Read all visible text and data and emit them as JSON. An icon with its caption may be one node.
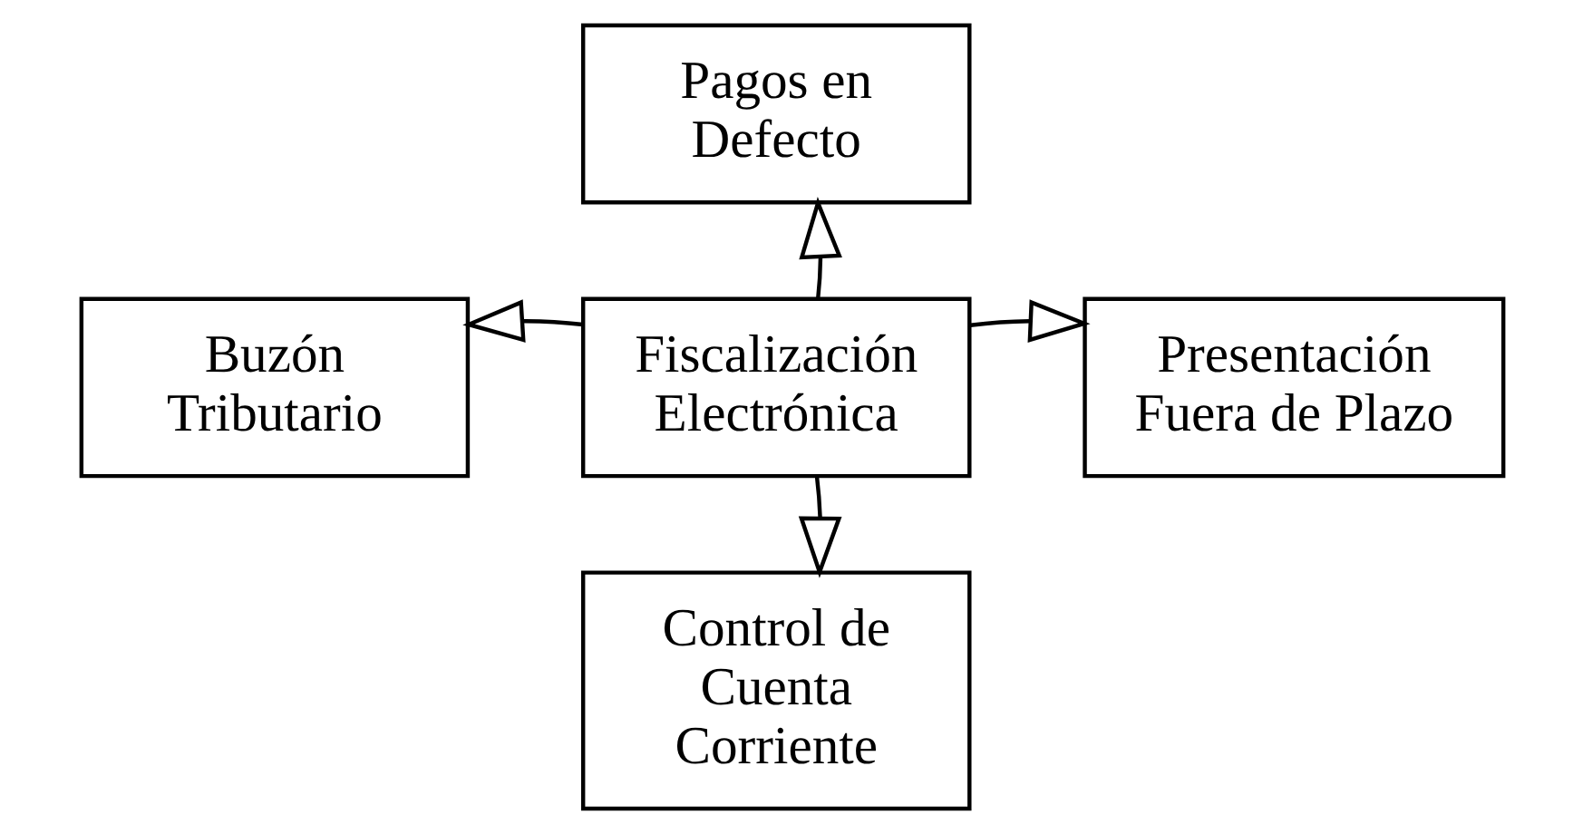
{
  "diagram": {
    "nodes": [
      {
        "text": [
          "Fiscalización Electrónica"
        ]
      },
      {
        "text": [
          "Pagos en Defecto"
        ]
      },
      {
        "text": [
          "Buzón Tributario"
        ]
      },
      {
        "text": [
          "Presentación Fuera de Plazo"
        ]
      },
      {
        "text": [
          "Control de Cuenta Corriente"
        ]
      }
    ],
    "edges": [
      {
        "from": 0,
        "to": 1,
        "arrow": "to"
      },
      {
        "from": 0,
        "to": 2,
        "arrow": "to"
      },
      {
        "from": 0,
        "to": 3,
        "arrow": "to"
      },
      {
        "from": 0,
        "to": 4,
        "arrow": "to"
      }
    ]
  }
}
